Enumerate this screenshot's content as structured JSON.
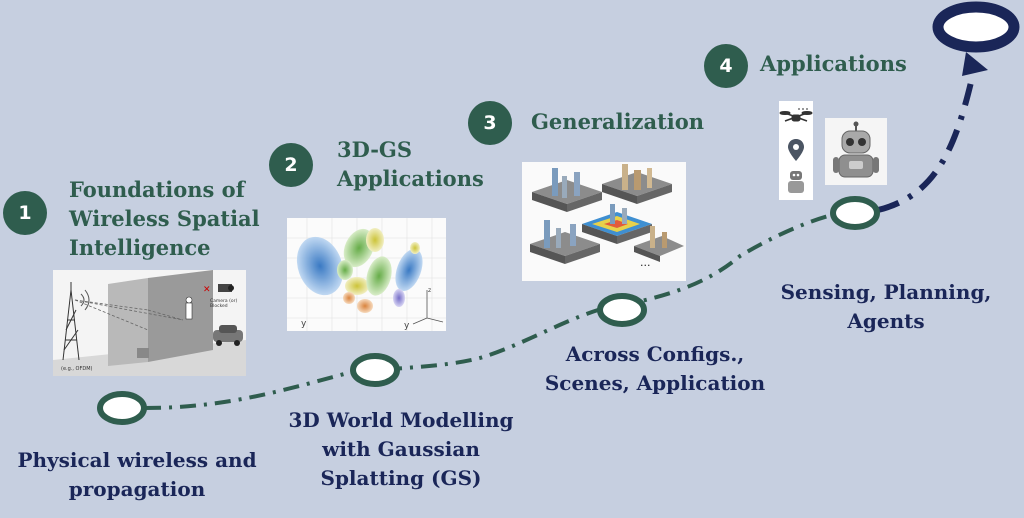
{
  "stages": [
    {
      "number": "1",
      "title": "Foundations of\nWireless Spatial\nIntelligence",
      "caption": "Physical wireless and\npropagation"
    },
    {
      "number": "2",
      "title": "3D-GS\nApplications",
      "caption": "3D World Modelling\nwith Gaussian\nSplatting (GS)"
    },
    {
      "number": "3",
      "title": "Generalization",
      "caption": "Across Configs.,\nScenes, Application"
    },
    {
      "number": "4",
      "title": "Applications",
      "caption": "Sensing, Planning,\nAgents"
    }
  ],
  "images": {
    "stage1_labels": {
      "tx_note": "(e.g., OFDM)",
      "sensor_note_1": "Camera (or)",
      "sensor_note_2": "Blocked"
    },
    "stage2_axes": {
      "x": "y",
      "y": "y",
      "z": "z"
    },
    "stage3_more": "..."
  },
  "colors": {
    "background": "#c6cfe0",
    "accent_green": "#2f5d4e",
    "path_dark_blue": "#1a2658"
  }
}
